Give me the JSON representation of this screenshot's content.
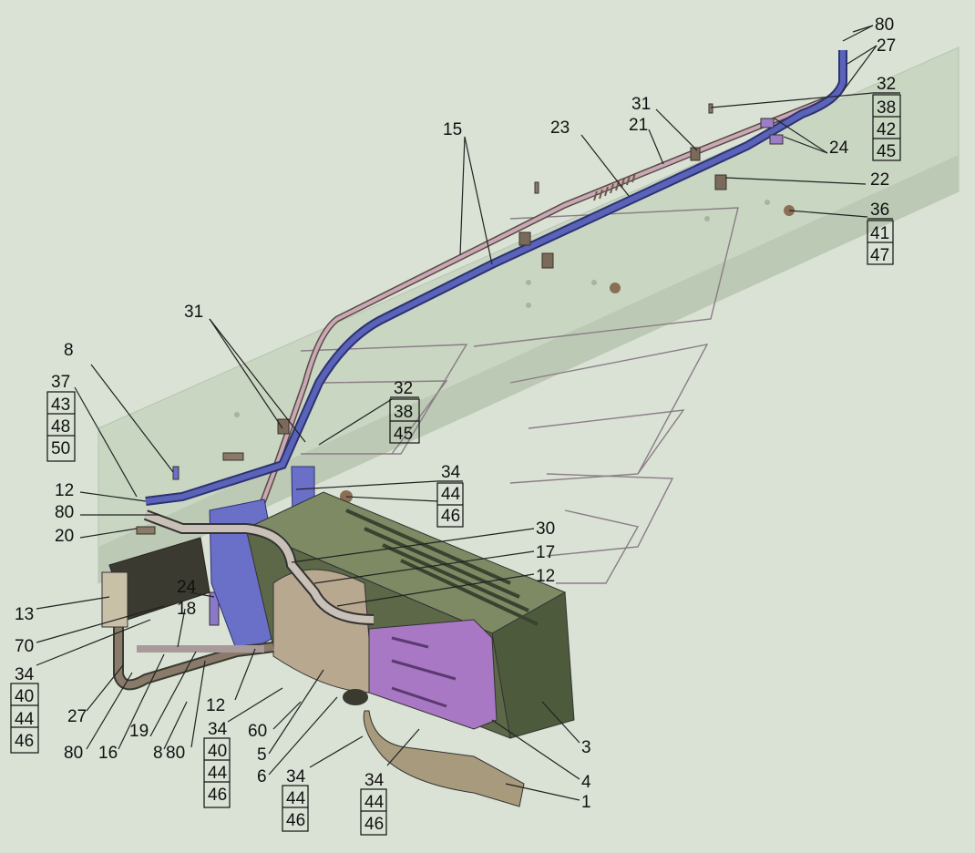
{
  "labels": {
    "l80a": "80",
    "l27a": "27",
    "l32": "32",
    "l38a": "38",
    "l42": "42",
    "l45a": "45",
    "l31a": "31",
    "l21": "21",
    "l23": "23",
    "l15": "15",
    "l24a": "24",
    "l22": "22",
    "l36": "36",
    "l41": "41",
    "l47": "47",
    "l31b": "31",
    "l32b": "32",
    "l38b": "38",
    "l45b": "45",
    "l8a": "8",
    "l37": "37",
    "l43": "43",
    "l48": "48",
    "l50": "50",
    "l12a": "12",
    "l80b": "80",
    "l20": "20",
    "l34a": "34",
    "l44a": "44",
    "l46a": "46",
    "l30": "30",
    "l17": "17",
    "l12b": "12",
    "l24b": "24",
    "l18": "18",
    "l13": "13",
    "l70": "70",
    "l34b": "34",
    "l40b": "40",
    "l44b": "44",
    "l46b": "46",
    "l27b": "27",
    "l80c": "80",
    "l16": "16",
    "l19": "19",
    "l8b": "8",
    "l80d": "80",
    "l12c": "12",
    "l34c": "34",
    "l40c": "40",
    "l44c": "44",
    "l46c": "46",
    "l60": "60",
    "l5": "5",
    "l6": "6",
    "l34d": "34",
    "l44d": "44",
    "l46d": "46",
    "l34e": "34",
    "l44e": "44",
    "l46e": "46",
    "l3": "3",
    "l4": "4",
    "l1": "1"
  },
  "colors": {
    "background": "#d9e2d5",
    "frame": "#c9d6c2",
    "pipe_blue": "#5a63b8",
    "pipe_pink": "#c9a8b8",
    "heater_green": "#5c6848",
    "heater_top": "#7e8a64",
    "panel_purple": "#a878c4",
    "bracket_blue": "#6a70c8",
    "exhaust": "#a89a7c"
  }
}
